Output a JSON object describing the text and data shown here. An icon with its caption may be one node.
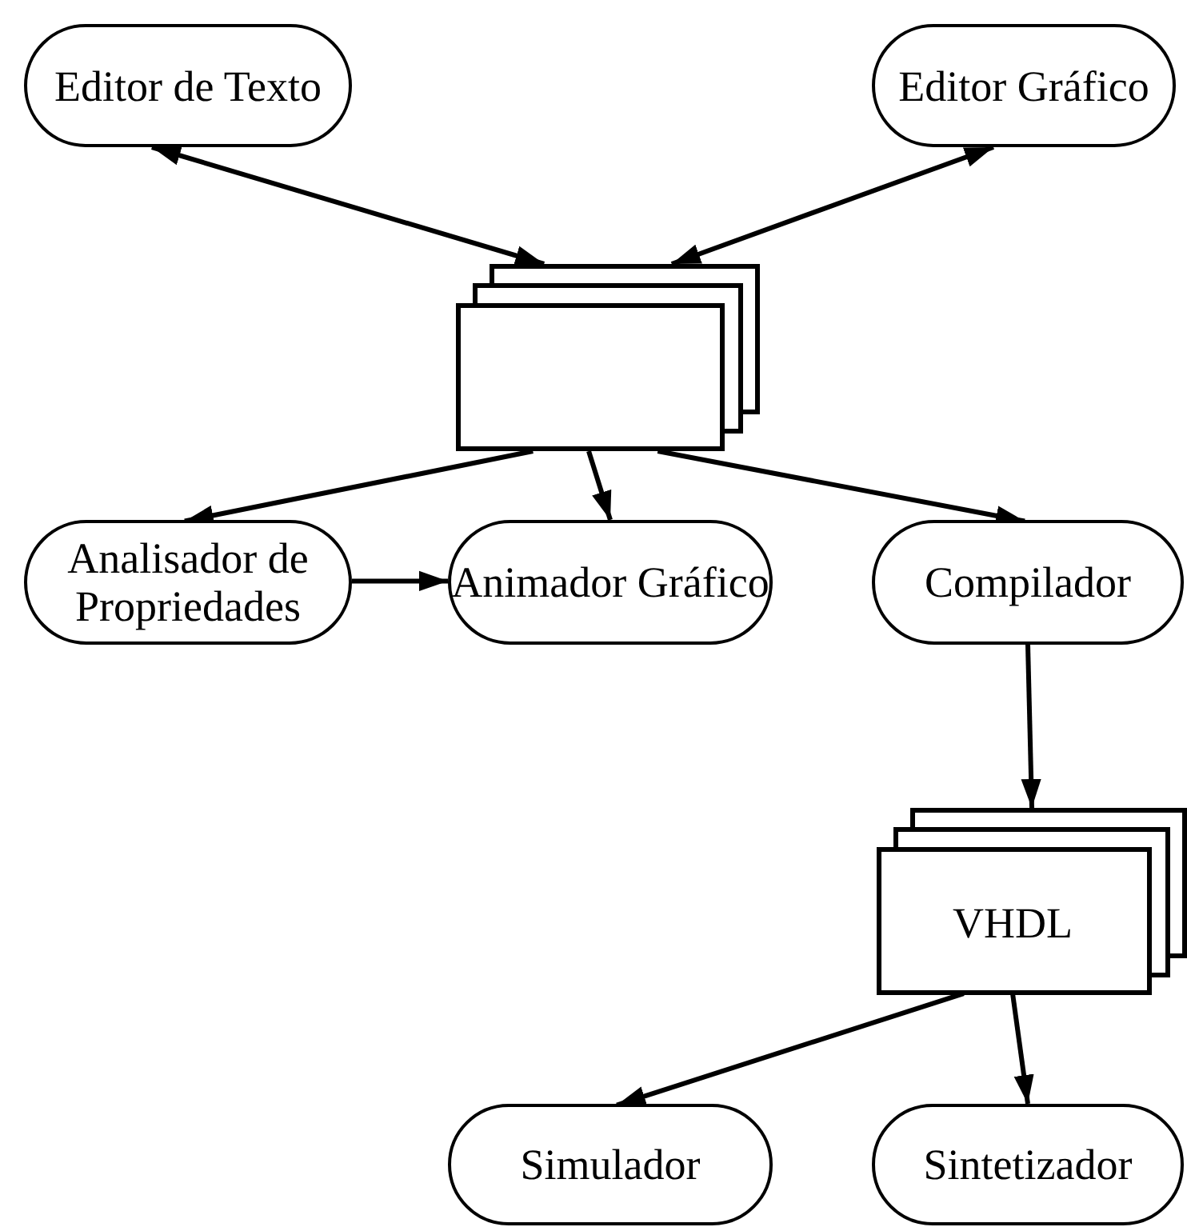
{
  "diagram": {
    "nodes": [
      {
        "text": [
          "Editor de Texto"
        ]
      },
      {
        "text": [
          "Editor Gráfico"
        ]
      },
      {
        "text": [],
        "shape": "box"
      },
      {
        "text": [
          "Analisador de Propriedades"
        ]
      },
      {
        "text": [
          "Animador Gráfico"
        ]
      },
      {
        "text": [
          "Compilador"
        ]
      },
      {
        "text": [
          "VHDL"
        ]
      },
      {
        "text": [
          "Simulador"
        ]
      },
      {
        "text": [
          "Sintetizador"
        ]
      }
    ],
    "edges": [
      {
        "from": 0,
        "to": 2,
        "arrow": "both"
      },
      {
        "from": 1,
        "to": 2,
        "arrow": "both"
      },
      {
        "from": 2,
        "to": 3,
        "arrow": "to"
      },
      {
        "from": 2,
        "to": 4,
        "arrow": "to"
      },
      {
        "from": 2,
        "to": 5,
        "arrow": "to"
      },
      {
        "from": 3,
        "to": 4,
        "arrow": "to"
      },
      {
        "from": 5,
        "to": 6,
        "arrow": "to"
      },
      {
        "from": 6,
        "to": 7,
        "arrow": "to"
      },
      {
        "from": 6,
        "to": 8,
        "arrow": "to"
      }
    ]
  }
}
